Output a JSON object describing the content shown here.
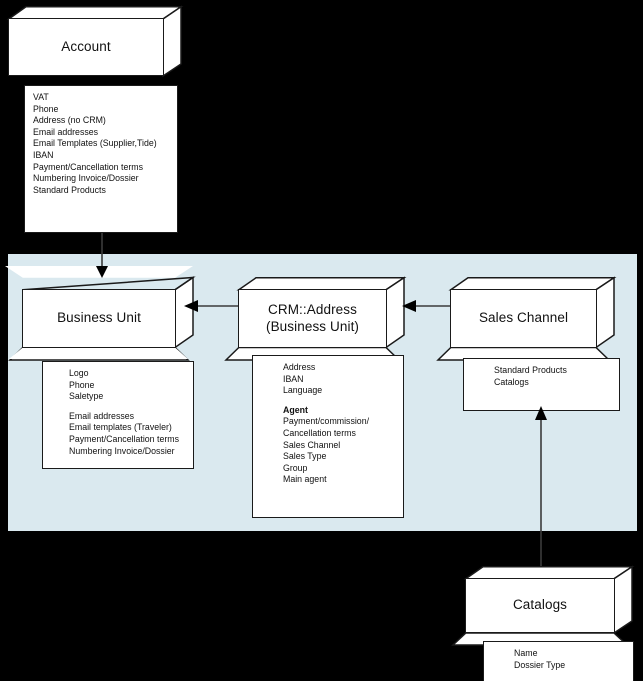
{
  "diagram": {
    "title_hidden": "",
    "background_color": "#000000",
    "group_panel": {
      "name": "business-unit-scope-panel",
      "color": "#dae9ef"
    },
    "nodes": {
      "account": {
        "title": "Account",
        "attributes": [
          "VAT",
          "Phone",
          "Address (no CRM)",
          "Email addresses",
          "Email Templates (Supplier,Tide)",
          "IBAN",
          "Payment/Cancellation terms",
          "Numbering Invoice/Dossier",
          "Standard Products"
        ]
      },
      "business_unit": {
        "title": "Business Unit",
        "attributes": [
          "Logo",
          "Phone",
          "Saletype",
          "",
          "Email addresses",
          "Email templates (Traveler)",
          "Payment/Cancellation terms",
          "Numbering Invoice/Dossier"
        ]
      },
      "crm_address": {
        "title_line1": "CRM::Address",
        "title_line2": "(Business Unit)",
        "attributes": [
          "Address",
          "IBAN",
          "Language",
          "",
          "Agent",
          "Payment/commission/",
          "Cancellation terms",
          "Sales Channel",
          "Sales Type",
          "Group",
          "Main agent"
        ],
        "bold_attributes": [
          "Agent"
        ]
      },
      "sales_channel": {
        "title": "Sales Channel",
        "attributes": [
          "Standard Products",
          "Catalogs"
        ]
      },
      "catalogs": {
        "title": "Catalogs",
        "attributes": [
          "Name",
          "Dossier Type"
        ]
      }
    },
    "connectors": [
      {
        "name": "account-to-business-unit",
        "from": "account",
        "to": "business-unit",
        "direction": "down"
      },
      {
        "name": "crm-address-to-business-unit",
        "from": "crm-address",
        "to": "business-unit",
        "direction": "left"
      },
      {
        "name": "sales-channel-to-crm-address",
        "from": "sales-channel",
        "to": "crm-address",
        "direction": "left"
      },
      {
        "name": "catalogs-to-sales-channel",
        "from": "catalogs",
        "to": "sales-channel",
        "direction": "up"
      }
    ]
  }
}
